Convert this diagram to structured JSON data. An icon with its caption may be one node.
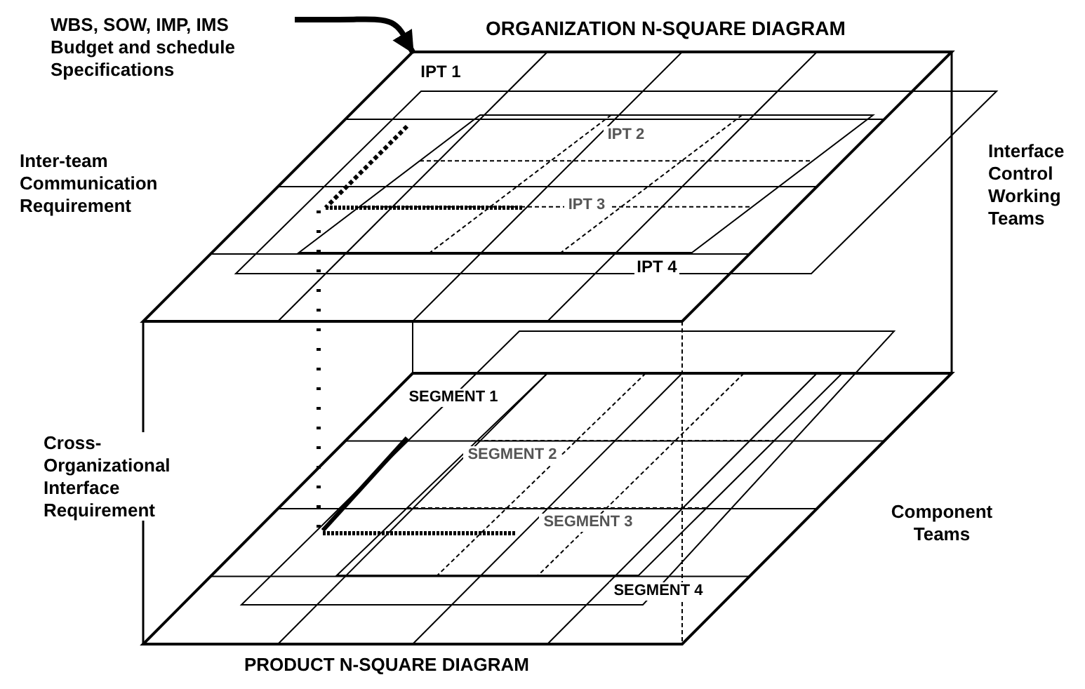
{
  "diagram": {
    "nodes": [
      {
        "text": [
          "WBS, SOW, IMP, IMS Budget and schedule Specifications"
        ]
      },
      {
        "text": [
          "ORGANIZATION N-SQUARE DIAGRAM"
        ]
      }
    ],
    "edges": [
      {
        "from": 0,
        "to": 1,
        "arrow": "to"
      }
    ],
    "labels": [
      "IPT 1",
      "Inter-team Communication Requirement",
      "IPT 2",
      "Interface Control Working Teams",
      "IPT 3",
      "IPT 4",
      "SEGMENT 1",
      "Cross-Organizational Interface Requirement",
      "SEGMENT 2",
      "Component Teams",
      "SEGMENT 3",
      "SEGMENT 4",
      "PRODUCT N-SQUARE DIAGRAM"
    ]
  }
}
